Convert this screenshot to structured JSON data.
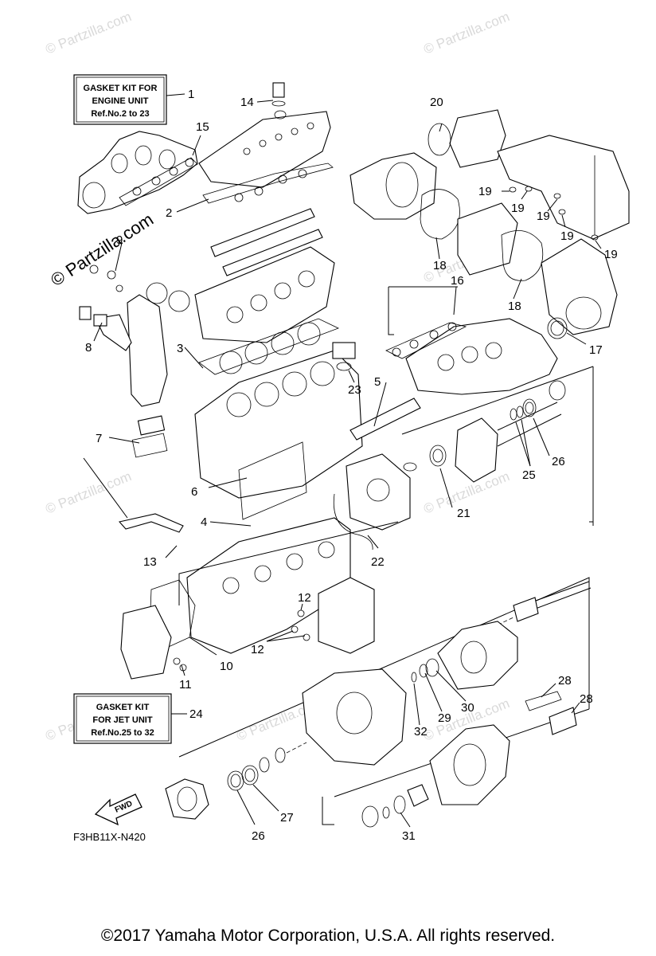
{
  "watermarks": {
    "small": "© Partzilla.com",
    "large": "© Partzilla.com"
  },
  "kit_boxes": {
    "engine": {
      "line1": "GASKET KIT FOR",
      "line2": "ENGINE UNIT",
      "line3": "Ref.No.2 to 23"
    },
    "jet": {
      "line1": "GASKET KIT",
      "line2": "FOR JET UNIT",
      "line3": "Ref.No.25 to 32"
    }
  },
  "callouts": {
    "c1": "1",
    "c2": "2",
    "c3": "3",
    "c4": "4",
    "c5": "5",
    "c6": "6",
    "c7": "7",
    "c8": "8",
    "c9": "9",
    "c10": "10",
    "c11": "11",
    "c12a": "12",
    "c12b": "12",
    "c13": "13",
    "c14": "14",
    "c15": "15",
    "c16": "16",
    "c17": "17",
    "c18a": "18",
    "c18b": "18",
    "c19a": "19",
    "c19b": "19",
    "c19c": "19",
    "c19d": "19",
    "c19e": "19",
    "c20": "20",
    "c21": "21",
    "c22": "22",
    "c23": "23",
    "c24": "24",
    "c25": "25",
    "c26a": "26",
    "c26b": "26",
    "c27": "27",
    "c28a": "28",
    "c28b": "28",
    "c29": "29",
    "c30": "30",
    "c31": "31",
    "c32": "32"
  },
  "fwd_label": "FWD",
  "figure_code": "F3HB11X-N420",
  "copyright": "©2017  Yamaha Motor Corporation, U.S.A. All rights reserved."
}
